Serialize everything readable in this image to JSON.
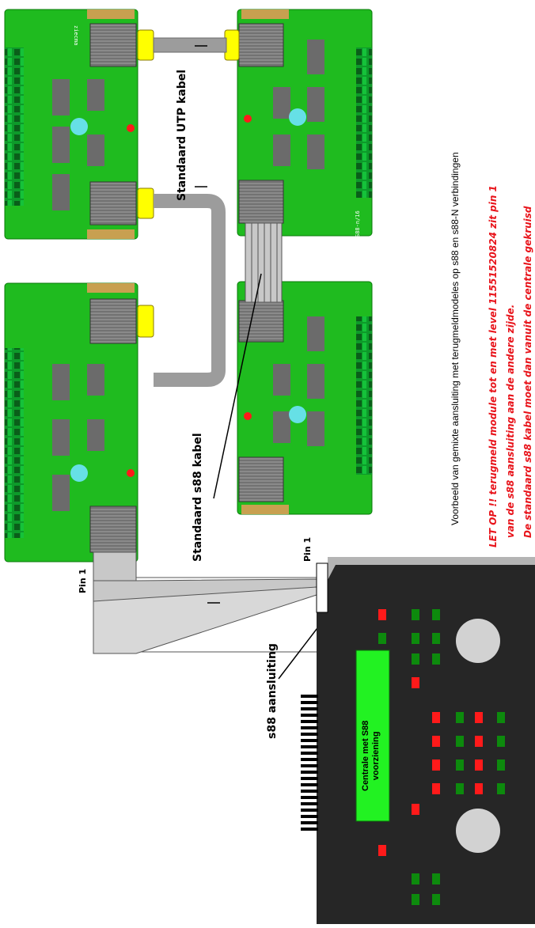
{
  "caption": "Voorbeeld van gemixte aansluiting met terugmeldmodeles op s88 en s88-N verbindingen",
  "warning": {
    "line1": "LET OP !! terugmeld module tot en met level 11551520824 zit pin 1",
    "line2": "van de s88 aansluiting aan de andere zijde.",
    "line3": "De standaard s88 kabel moet dan vanuit de centrale gekruisd"
  },
  "labels": {
    "utp_cable": "Standaard UTP kabel",
    "s88_cable": "Standaard s88 kabel",
    "s88_connection": "s88 aansluiting",
    "pin1_module": "Pin 1",
    "pin1_central": "Pin 1",
    "central_line1": "Centrale met S88",
    "central_line2": "voorziening"
  },
  "board_texts": {
    "brand": "ziecma",
    "model": "S88-n/16"
  },
  "colors": {
    "pcb": "#1fbb1f",
    "pcb_dark": "#0a7a0a",
    "ic": "#6b6b6b",
    "rj45": "#8a8a8a",
    "rj45_yellow": "#ffff00",
    "cable_gray": "#9c9c9c",
    "flat_cable": "#c8c8c8",
    "terminal": "#0d9a2a",
    "led_red": "#ff1a1a",
    "led_cyan": "#66e0e6",
    "central_body": "#262626",
    "central_bezel": "#b4b4b4",
    "display_green": "#22f222",
    "warning_red": "#e8141b"
  },
  "icons": [
    "red-led-icon",
    "cyan-led-icon",
    "rj45-socket-icon",
    "terminal-block-icon"
  ]
}
